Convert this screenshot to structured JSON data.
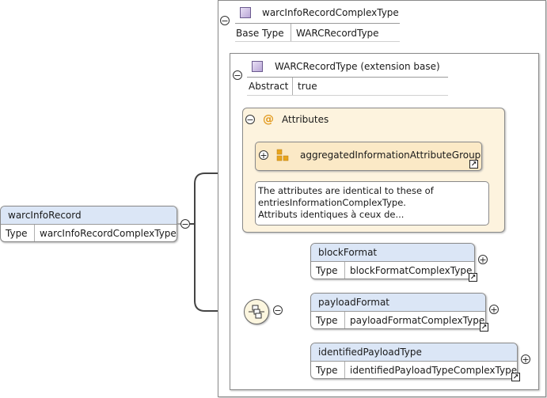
{
  "complex_type": {
    "name": "warcInfoRecordComplexType",
    "base_label": "Base Type",
    "base_value": "WARCRecordType"
  },
  "extension": {
    "name": "WARCRecordType (extension base)",
    "abstract_label": "Abstract",
    "abstract_value": "true"
  },
  "attributes": {
    "title": "Attributes",
    "at_symbol": "@",
    "group_name": "aggregatedInformationAttributeGroup",
    "note_lines": [
      "The attributes are identical to these of",
      "entriesInformationComplexType.",
      "Attributs identiques à ceux de..."
    ]
  },
  "root_element": {
    "name": "warcInfoRecord",
    "type_label": "Type",
    "type_value": "warcInfoRecordComplexType"
  },
  "sequence": {
    "elements": [
      {
        "name": "blockFormat",
        "type_label": "Type",
        "type_value": "blockFormatComplexType"
      },
      {
        "name": "payloadFormat",
        "type_label": "Type",
        "type_value": "payloadFormatComplexType"
      },
      {
        "name": "identifiedPayloadType",
        "type_label": "Type",
        "type_value": "identifiedPayloadTypeComplexType"
      }
    ]
  },
  "icons": {
    "collapse": "minus-circle-icon",
    "expand": "plus-circle-icon",
    "link": "link-arrow-icon",
    "type": "complex-type-icon",
    "attribute_group": "attribute-group-icon",
    "sequence": "sequence-compositor-icon"
  },
  "colors": {
    "element_header": "#dbe6f6",
    "attributes_bg": "#fdf3de",
    "attr_group_bg": "#fbe9c6",
    "sequence_bg": "#fcf6df",
    "at_symbol": "#e29a1f"
  }
}
